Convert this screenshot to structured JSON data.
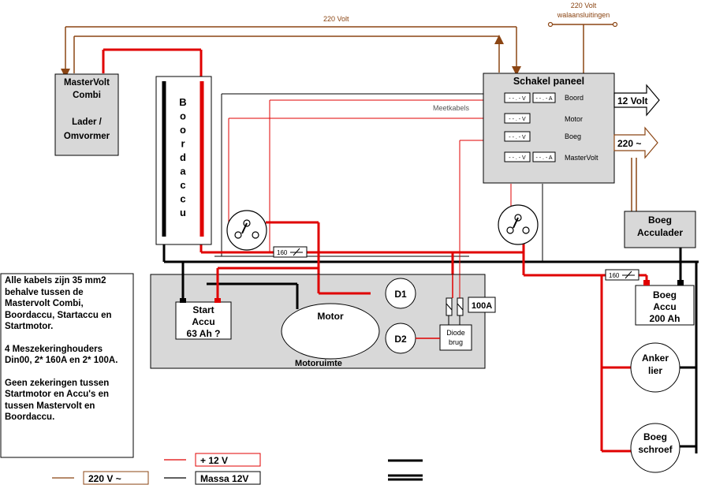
{
  "diagram": {
    "top_bus_label": "220 Volt",
    "shore_power": {
      "line1": "220 Volt",
      "line2": "walaansluitingen"
    },
    "mastervolt": {
      "line1": "MasterVolt",
      "line2": "Combi",
      "line3": "Lader /",
      "line4": "Omvormer"
    },
    "boordaccu": {
      "letters": [
        "B",
        "o",
        "o",
        "r",
        "d",
        "a",
        "c",
        "c",
        "u"
      ]
    },
    "schakel_paneel": {
      "title": "Schakel paneel",
      "meters": [
        {
          "v": "- - . - V",
          "a": "- - . - A",
          "label": "Boord"
        },
        {
          "v": "- - . - V",
          "label": "Motor"
        },
        {
          "v": "- - . - V",
          "label": "Boeg"
        },
        {
          "v": "- - . - V",
          "a": "- - . - A",
          "label": "MasterVolt"
        }
      ]
    },
    "meetkabels_label": "Meetkabels",
    "out_12v": "12 Volt",
    "out_220": "220 ~",
    "boeg_acculader": {
      "line1": "Boeg",
      "line2": "Acculader"
    },
    "fuse1": "160",
    "fuse2": "160",
    "fuse3": "100A",
    "motorruimte_label": "Motoruimte",
    "start_accu": {
      "line1": "Start",
      "line2": "Accu",
      "line3": "63 Ah ?"
    },
    "motor": "Motor",
    "d1": "D1",
    "d2": "D2",
    "diode_brug": {
      "line1": "Diode",
      "line2": "brug"
    },
    "boeg_accu": {
      "line1": "Boeg",
      "line2": "Accu",
      "line3": "200 Ah"
    },
    "anker_lier": {
      "line1": "Anker",
      "line2": "lier"
    },
    "boeg_schroef": {
      "line1": "Boeg",
      "line2": "schroef"
    },
    "notes": [
      "Alle kabels zijn 35 mm2 behalve tussen de Mastervolt Combi, Boordaccu, Startaccu en Startmotor.",
      "4 Meszekeringhouders Din00, 2* 160A en 2* 100A.",
      "Geen zekeringen tussen Startmotor en Accu's en tussen Mastervolt en Boordaccu."
    ],
    "legend": {
      "plus12": "+ 12 V",
      "v220": "220 V ~",
      "massa": "Massa 12V"
    },
    "colors": {
      "red": "#e00000",
      "black": "#000000",
      "brown": "#8B4513",
      "panel": "#d8d8d8"
    }
  }
}
